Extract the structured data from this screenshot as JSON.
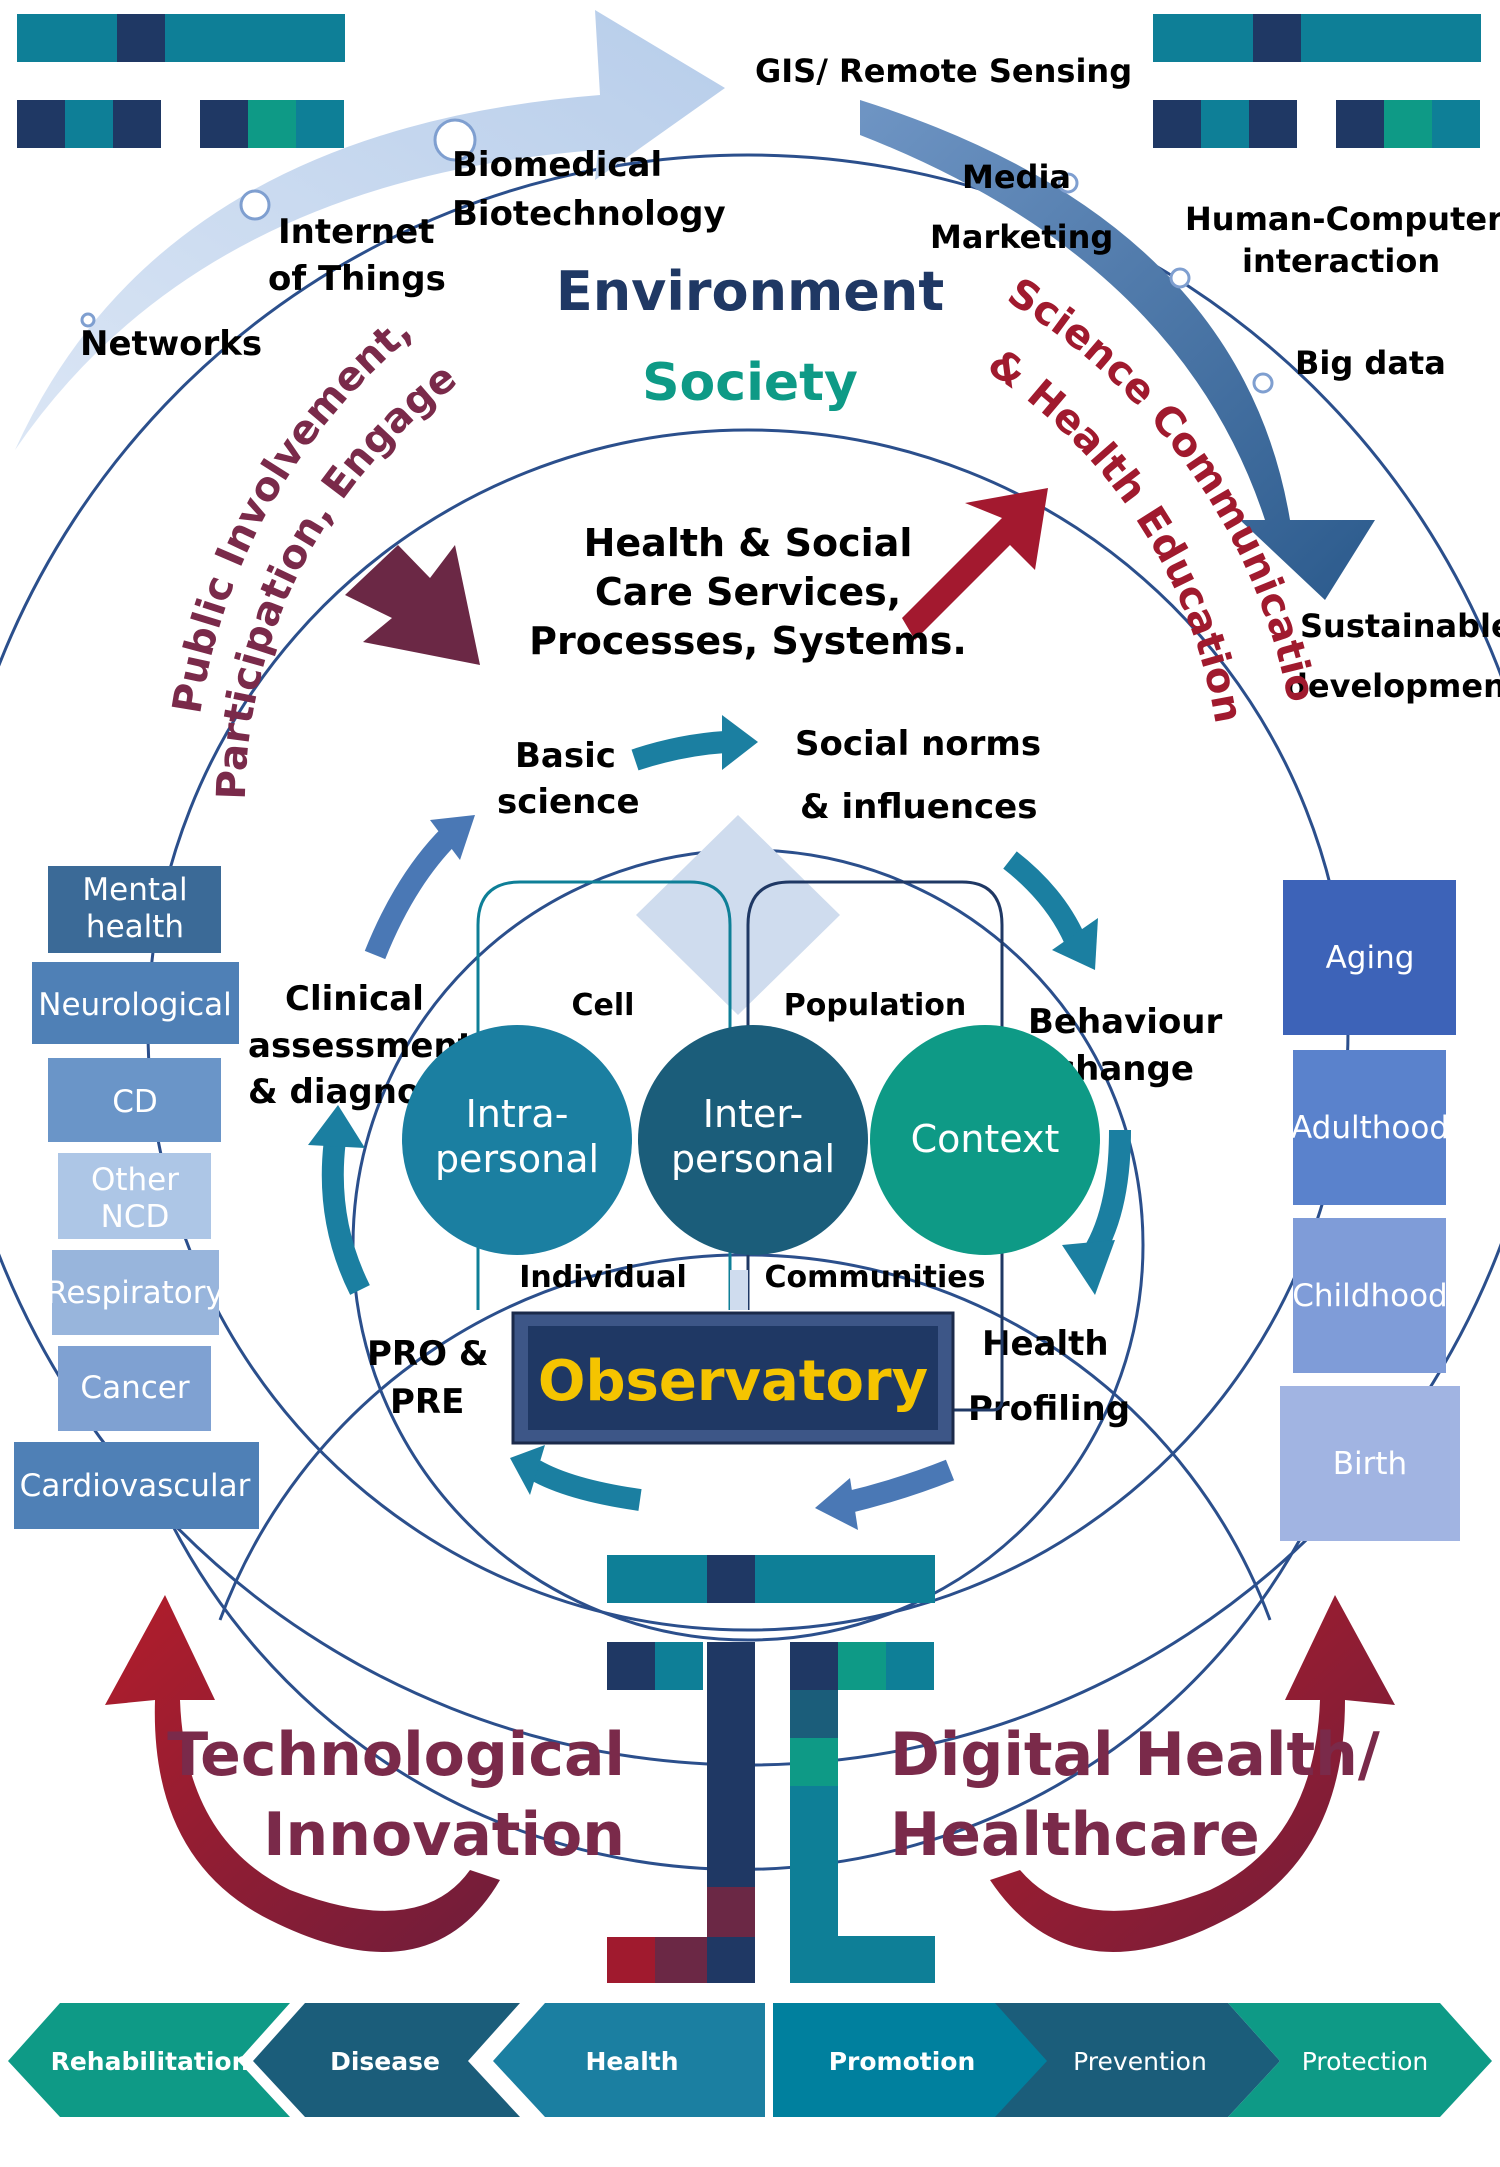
{
  "colors": {
    "navy": "#1f3864",
    "teal": "#00809e",
    "dark_teal": "#1b5d7a",
    "green": "#0e9a86",
    "crimson": "#a01a2e",
    "maroon": "#7a2a4a",
    "light_blue": "#bcd3ee",
    "mid_blue": "#4a78b5"
  },
  "top_arc_labels": {
    "networks": "Networks",
    "iot_1": "Internet",
    "iot_2": "of Things",
    "bio_1": "Biomedical",
    "bio_2": "Biotechnology",
    "gis": "GIS/ Remote Sensing",
    "media": "Media",
    "marketing": "Marketing",
    "hci_1": "Human-Computer",
    "hci_2": "interaction",
    "big_data": "Big data",
    "sustain_1": "Sustainable",
    "sustain_2": "development"
  },
  "rings": {
    "environment": "Environment",
    "society": "Society"
  },
  "curved": {
    "public_1": "Public Involvement,",
    "public_2": "Participation, Engagement",
    "science_1": "Science Communication",
    "science_2": "& Health Education"
  },
  "services": [
    "Health & Social",
    "Care Services,",
    "Processes, Systems."
  ],
  "cycle": {
    "basic_1": "Basic",
    "basic_2": "science",
    "social_1": "Social norms",
    "social_2": "& influences",
    "behaviour_1": "Behaviour",
    "behaviour_2": "change",
    "health_1": "Health",
    "health_2": "Profiling",
    "pro_1": "PRO &",
    "pro_2": "PRE",
    "clinical_1": "Clinical",
    "clinical_2": "assessment",
    "clinical_3": "& diagnosis"
  },
  "core": {
    "cell": "Cell",
    "population": "Population",
    "individual": "Individual",
    "communities": "Communities",
    "intra_1": "Intra-",
    "intra_2": "personal",
    "inter_1": "Inter-",
    "inter_2": "personal",
    "context": "Context",
    "observatory": "Observatory"
  },
  "left_conditions": [
    "Mental health",
    "Neurological",
    "CD",
    "Other NCD",
    "Respiratory",
    "Cancer",
    "Cardiovascular"
  ],
  "right_lifecycle": [
    "Aging",
    "Adulthood",
    "Childhood",
    "Birth"
  ],
  "bottom_titles": {
    "tech_1": "Technological",
    "tech_2": "Innovation",
    "digital_1": "Digital Health/",
    "digital_2": "Healthcare"
  },
  "bottom_bar": [
    "Rehabilitation",
    "Disease",
    "Health",
    "Promotion",
    "Prevention",
    "Protection"
  ]
}
